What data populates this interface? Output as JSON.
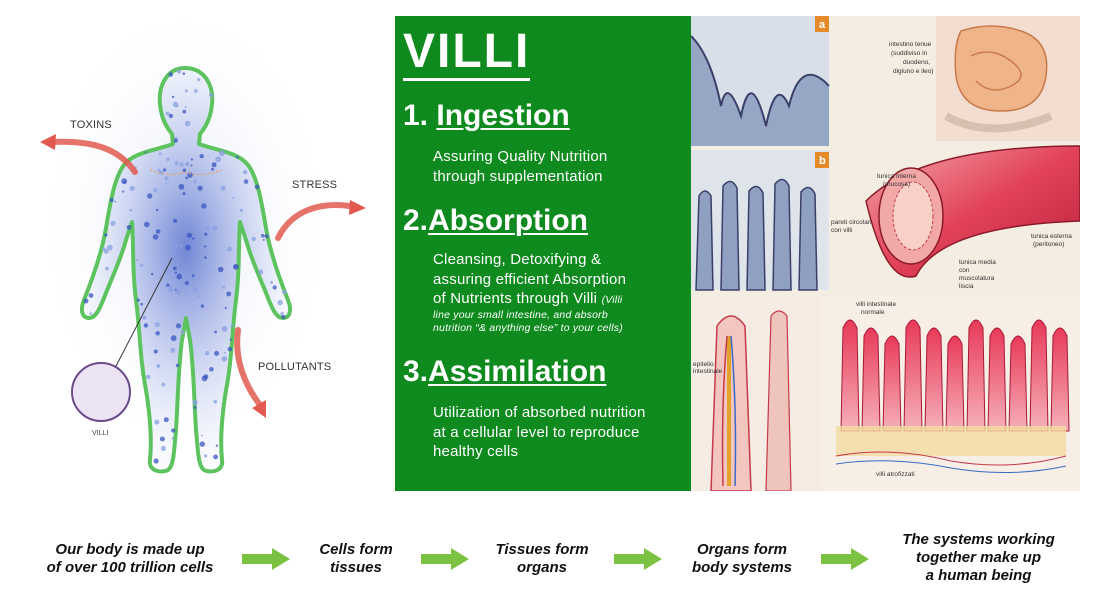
{
  "figure": {
    "labels": {
      "toxins": "TOXINS",
      "stress": "STRESS",
      "pollutants": "POLLUTANTS",
      "villi": "VILLI"
    }
  },
  "panel": {
    "title": "VILLI",
    "steps": [
      {
        "number": "1.",
        "heading": "Ingestion",
        "lines": [
          "Assuring Quality Nutrition",
          "through supplementation"
        ],
        "note": []
      },
      {
        "number": "2.",
        "heading": "Absorption",
        "lines": [
          "Cleansing, Detoxifying &",
          "assuring efficient Absorption",
          "of Nutrients through Villi"
        ],
        "note": [
          "(Villi",
          "line your small intestine, and absorb",
          "nutrition “& anything else” to your cells)"
        ]
      },
      {
        "number": "3.",
        "heading": "Assimilation",
        "lines": [
          "Utilization of absorbed nutrition",
          "at a cellular level to reproduce",
          "healthy cells"
        ],
        "note": []
      }
    ]
  },
  "plate": {
    "panel_a": "a",
    "panel_b": "b",
    "labels": {
      "intestino_tenue": [
        "intestino tenue",
        "(suddiviso in",
        "duodeno,",
        "digiuno e ileo)"
      ],
      "tunica_interna": [
        "tunica interna",
        "(mucosa)"
      ],
      "pareti_circolari": [
        "pareti circolari",
        "con villi"
      ],
      "tunica_media": [
        "tunica media",
        "con",
        "muscolatura",
        "liscia"
      ],
      "tunica_esterna": [
        "tunica esterna",
        "(peritoneo)"
      ],
      "villi_normale": [
        "villi intestinale",
        "normale"
      ],
      "villi_atrofizzati": "villi atrofizzati",
      "epitelio": [
        "epitelio",
        "intestinale"
      ]
    }
  },
  "flow": [
    {
      "lines": [
        "Our body is made up",
        "of over 100 trillion cells"
      ]
    },
    {
      "lines": [
        "Cells form",
        "tissues"
      ]
    },
    {
      "lines": [
        "Tissues form",
        "organs"
      ]
    },
    {
      "lines": [
        "Organs form",
        "body systems"
      ]
    },
    {
      "lines": [
        "The systems working",
        "together make up",
        "a human being"
      ]
    }
  ],
  "colors": {
    "panel_green": "#0e8a1e",
    "arrow_green": "#7cc242",
    "body_outline": "#5cc35e",
    "external_arrow": "#e25a4f"
  }
}
